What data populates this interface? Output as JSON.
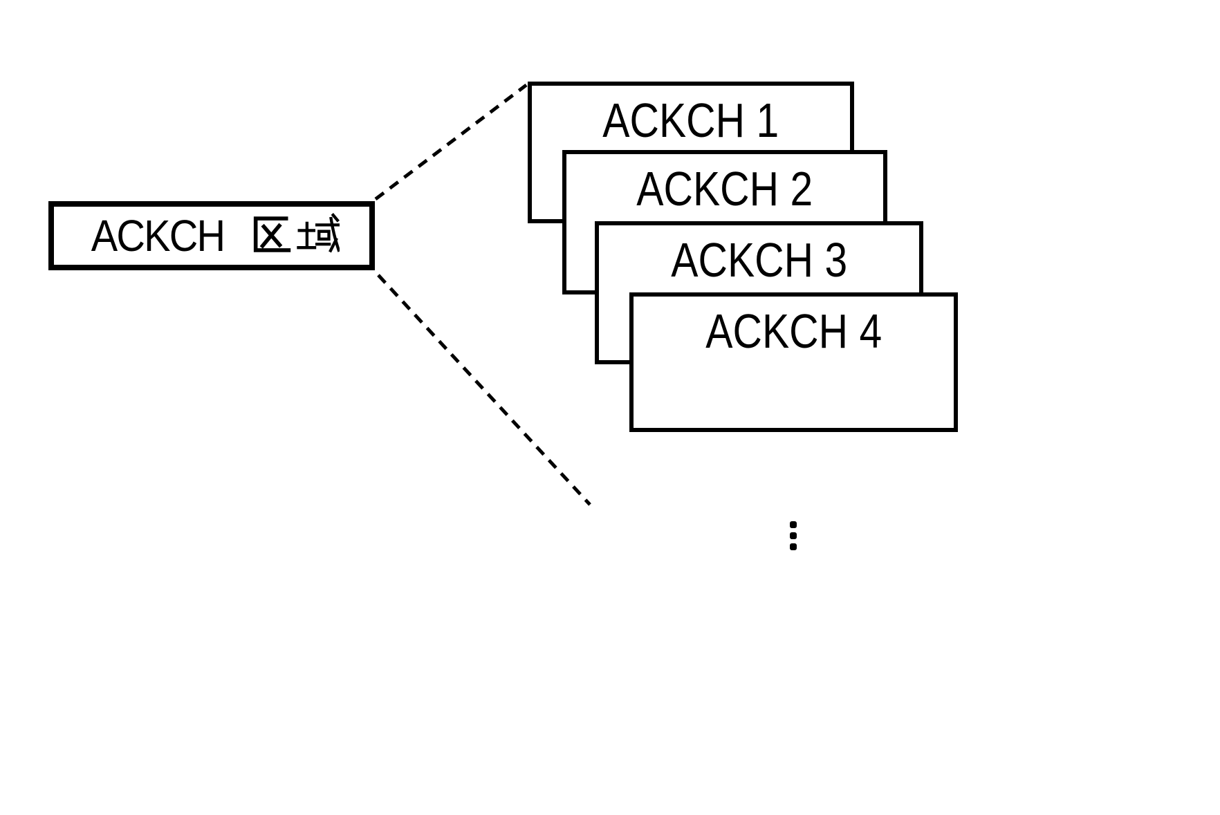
{
  "figure": {
    "background_color": "#ffffff",
    "line_color": "#000000"
  },
  "source_box": {
    "label": "ACKCH 区域",
    "label_latin": "ACKCH",
    "label_cjk": "区域"
  },
  "channel_cards": [
    {
      "label": "ACKCH 1"
    },
    {
      "label": "ACKCH 2"
    },
    {
      "label": "ACKCH 3"
    },
    {
      "label": "ACKCH 4"
    }
  ],
  "ellipsis_icon": "vertical-ellipsis"
}
